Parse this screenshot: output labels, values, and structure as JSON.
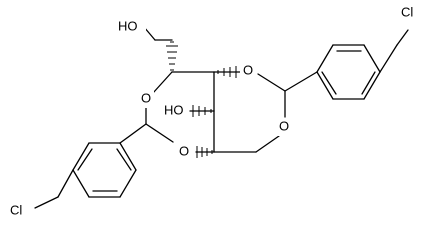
{
  "structure": {
    "labels": {
      "hydroxymethyl_oh": "HO",
      "ring_oh": "HO",
      "ring_o1": "O",
      "ring_o2": "O",
      "ring_o3": "O",
      "ring_o4": "O",
      "cl_top_right": "Cl",
      "cl_bottom_left": "Cl"
    },
    "colors": {
      "bond": "#000000",
      "text": "#000000",
      "background": "#ffffff"
    }
  }
}
